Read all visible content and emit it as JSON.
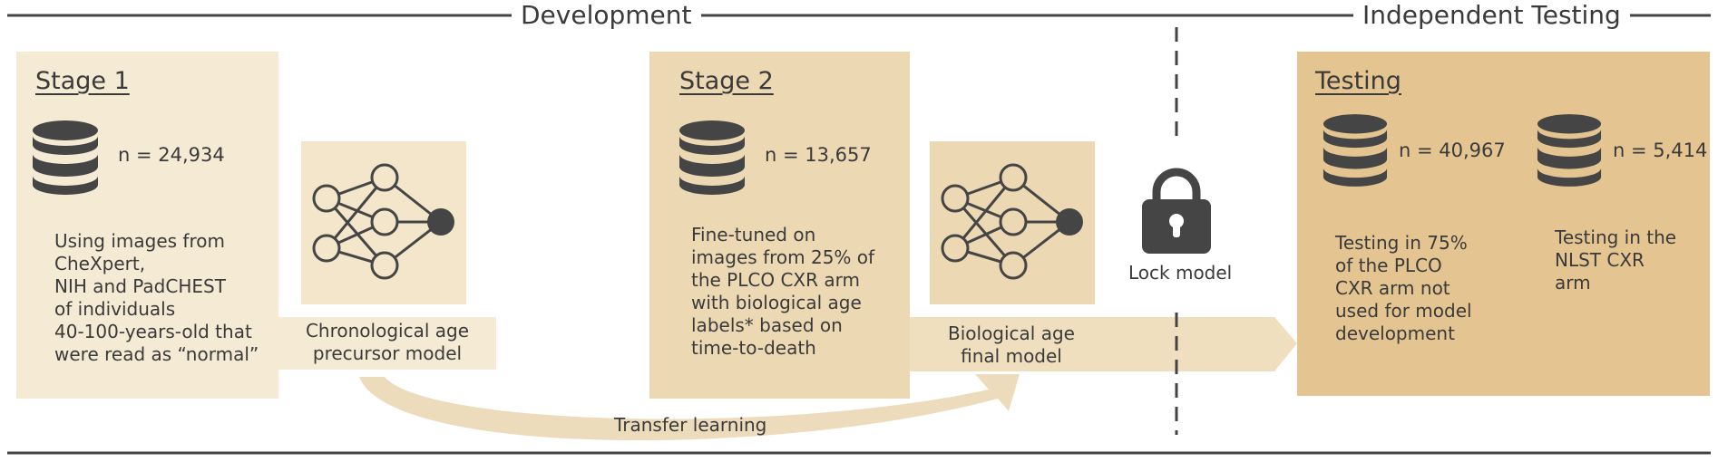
{
  "headers": {
    "development": "Development",
    "independent_testing": "Independent Testing"
  },
  "stage1": {
    "title": "Stage 1",
    "n": "n = 24,934",
    "description": [
      "Using images from",
      "CheXpert,",
      "NIH and PadCHEST",
      "of individuals",
      "40-100-years-old that",
      "were read as “normal”"
    ]
  },
  "stage2": {
    "title": "Stage 2",
    "n": "n = 13,657",
    "description": [
      "Fine-tuned on",
      "images from 25% of",
      "the PLCO CXR arm",
      "with biological age",
      "labels* based on",
      "time-to-death"
    ]
  },
  "models": {
    "precursor": [
      "Chronological age",
      "precursor model"
    ],
    "final": [
      "Biological age",
      "final model"
    ]
  },
  "lock": {
    "label": "Lock model"
  },
  "transfer": {
    "label": "Transfer learning"
  },
  "testing": {
    "title": "Testing",
    "plco": {
      "n": "n = 40,967",
      "description": [
        "Testing in 75%",
        "of the PLCO",
        "CXR arm not",
        "used for model",
        "development"
      ]
    },
    "nlst": {
      "n": "n = 5,414",
      "description": [
        "Testing in the",
        "NLST CXR",
        "arm"
      ]
    }
  },
  "colors": {
    "stage1_fill": "#f5ead3",
    "stage2_fill": "#ecd9b3",
    "testing_fill": "#e4c591",
    "network_fill": "#f3e6cb",
    "arrow_fill": "#efdfbf",
    "icon": "#454545",
    "line": "#444444"
  },
  "icons": [
    "database-icon",
    "neural-network-icon",
    "lock-icon",
    "curved-arrow-icon"
  ]
}
